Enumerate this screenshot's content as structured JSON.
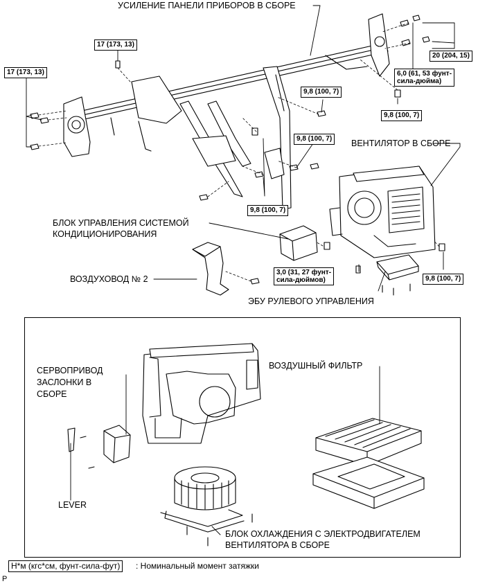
{
  "labels": {
    "reinforcement": "УСИЛЕНИЕ ПАНЕЛИ ПРИБОРОВ В СБОРЕ",
    "blower": "ВЕНТИЛЯТОР В СБОРЕ",
    "ac_unit_line1": "БЛОК УПРАВЛЕНИЯ СИСТЕМОЙ",
    "ac_unit_line2": "КОНДИЦИОНИРОВАНИЯ",
    "duct": "ВОЗДУХОВОД № 2",
    "steering_ecu": "ЭБУ РУЛЕВОГО УПРАВЛЕНИЯ",
    "servo_line1": "СЕРВОПРИВОД",
    "servo_line2": "ЗАСЛОНКИ В",
    "servo_line3": "СБОРЕ",
    "air_filter": "ВОЗДУШНЫЙ ФИЛЬТР",
    "lever": "LEVER",
    "motor_line1": "БЛОК ОХЛАЖДЕНИЯ С ЭЛЕКТРОДВИГАТЕЛЕМ",
    "motor_line2": "ВЕНТИЛЯТОРА В СБОРЕ"
  },
  "torques": {
    "t17_top": "17 (173, 13)",
    "t17_left": "17 (173, 13)",
    "t20": "20 (204, 15)",
    "t6_line1": "6,0 (61, 53 фунт-",
    "t6_line2": "сила-дюйма)",
    "t98_a": "9,8 (100, 7)",
    "t98_b": "9,8 (100, 7)",
    "t98_c": "9,8 (100, 7)",
    "t98_d": "9,8 (100, 7)",
    "t98_e": "9,8 (100, 7)",
    "t3_line1": "3,0 (31, 27 фунт-",
    "t3_line2": "сила-дюймов)"
  },
  "legend": {
    "unit_box": "Н*м (кгс*см, фунт-сила-фут)",
    "description": ": Номинальный момент затяжки"
  },
  "page_mark": "P"
}
